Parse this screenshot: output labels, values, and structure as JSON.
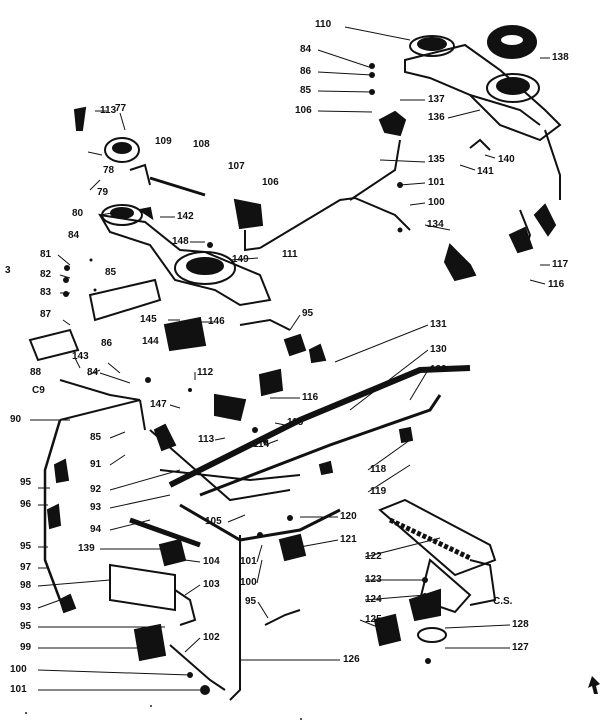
{
  "diagram": {
    "type": "exploded-parts-diagram",
    "callouts": [
      "110",
      "84",
      "86",
      "85",
      "106",
      "138",
      "137",
      "136",
      "113",
      "77",
      "109",
      "108",
      "107",
      "106",
      "78",
      "79",
      "80",
      "142",
      "148",
      "84",
      "81",
      "82",
      "83",
      "85",
      "87",
      "86",
      "149",
      "111",
      "135",
      "101",
      "100",
      "134",
      "140",
      "141",
      "117",
      "116",
      "145",
      "146",
      "144",
      "95",
      "131",
      "130",
      "129",
      "143",
      "88",
      "C9",
      "84",
      "112",
      "90",
      "147",
      "85",
      "91",
      "113",
      "115",
      "114",
      "116",
      "118",
      "119",
      "95",
      "92",
      "93",
      "94",
      "96",
      "105",
      "120",
      "121",
      "95",
      "97",
      "139",
      "104",
      "101",
      "100",
      "122",
      "98",
      "103",
      "123",
      "124",
      "93",
      "95",
      "125",
      "95",
      "99",
      "102",
      "128",
      "127",
      "100",
      "126",
      "101",
      "C.S.",
      "3"
    ]
  }
}
